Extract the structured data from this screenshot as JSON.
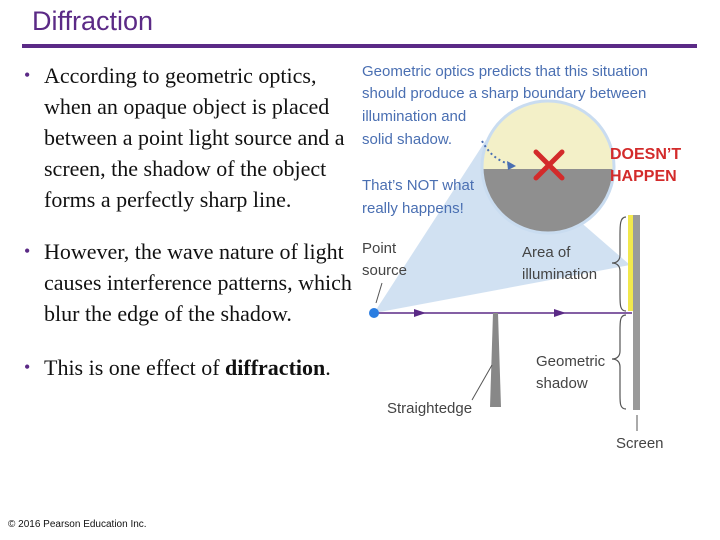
{
  "slide": {
    "title": "Diffraction",
    "bullets": [
      {
        "text": "According to geometric optics, when an opaque object is placed between a point light source and a screen, the shadow of the object forms a perfectly sharp line."
      },
      {
        "text": "However, the wave nature of light causes interference patterns, which blur the edge of the shadow."
      },
      {
        "text_before": "This is one effect of ",
        "text_bold": "diffraction",
        "text_after": "."
      }
    ],
    "bullet_symbol": "•",
    "copyright": "© 2016 Pearson Education Inc."
  },
  "figure": {
    "geometric_note": [
      "Geometric optics predicts that this situation",
      "should produce a sharp boundary between",
      "illumination and",
      "solid shadow."
    ],
    "not_what_happens": [
      "That’s NOT what",
      "really happens!"
    ],
    "doesnt_happen": [
      "DOESN’T",
      "HAPPEN"
    ],
    "point_source": [
      "Point",
      "source"
    ],
    "area_illumination": [
      "Area of",
      "illumination"
    ],
    "geometric_shadow": [
      "Geometric",
      "shadow"
    ],
    "straightedge": "Straightedge",
    "screen": "Screen",
    "colors": {
      "purple": "#5b2a86",
      "figure_text": "#4a6fb2",
      "red": "#d32b2b",
      "yellow": "#f2e84c",
      "screen_gray": "#9a9a9a",
      "bubble": "#c9dcf0"
    }
  }
}
